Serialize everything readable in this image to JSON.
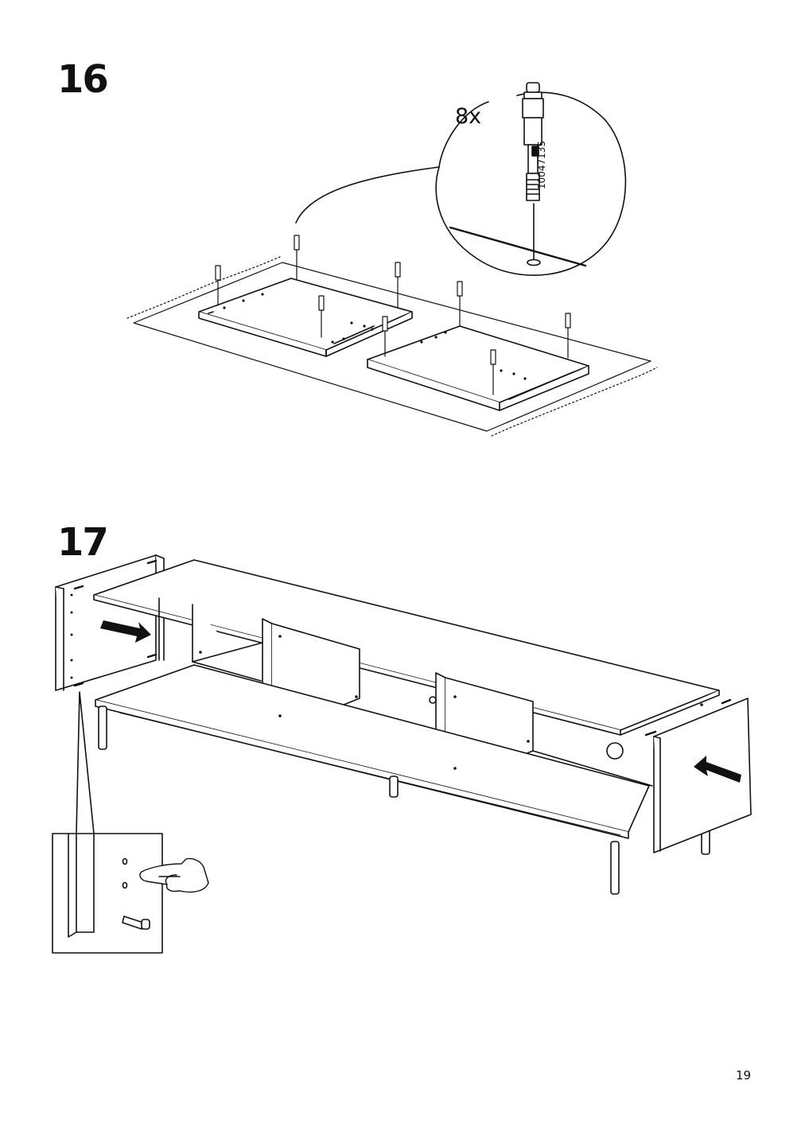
{
  "steps": [
    {
      "number": "16"
    },
    {
      "number": "17"
    }
  ],
  "callout": {
    "quantity": "8x",
    "part_number": "10047135"
  },
  "page": {
    "number": "19"
  }
}
